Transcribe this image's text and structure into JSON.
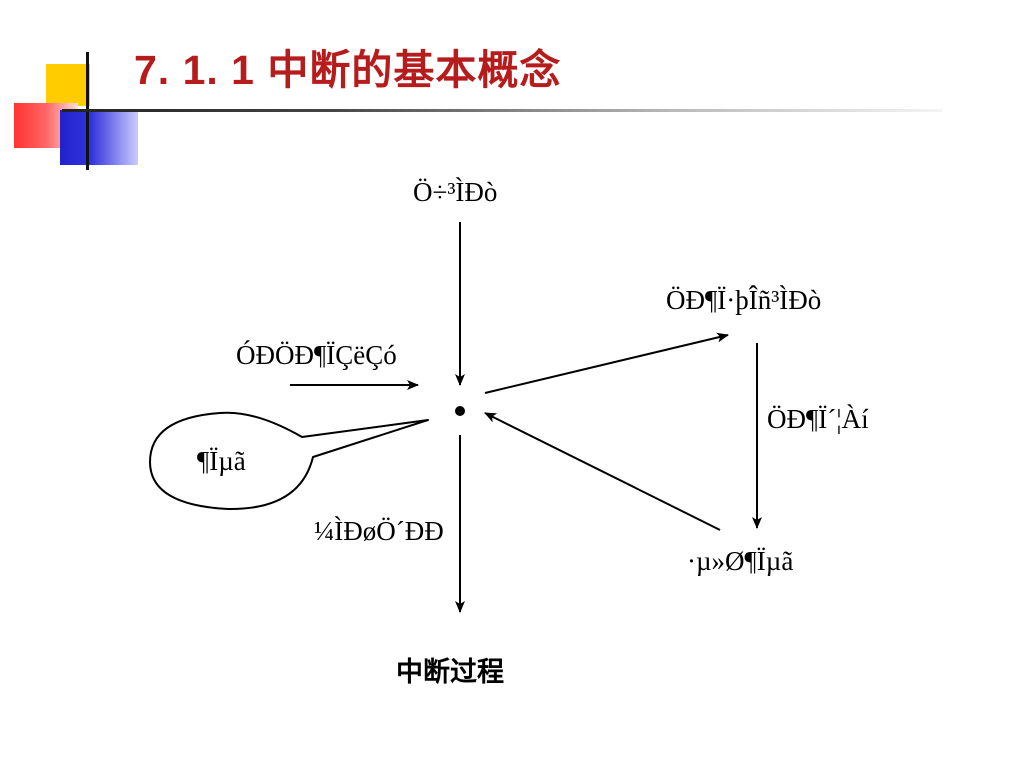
{
  "slide": {
    "title": "7. 1. 1  中断的基本概念"
  },
  "diagram": {
    "labels": {
      "top": "Ö÷³ÌÐò",
      "request": "ÓÐÖÐ¶ÏÇëÇó",
      "breakpoint": "¶Ïµã",
      "continue": "¼ÌÐøÖ´ÐÐ",
      "service": "ÖÐ¶Ï·þÎñ³ÌÐò",
      "process": "ÖÐ¶Ï´¦Àí",
      "return": "·µ»Ø¶Ïµã",
      "bottom": "中断过程"
    }
  }
}
